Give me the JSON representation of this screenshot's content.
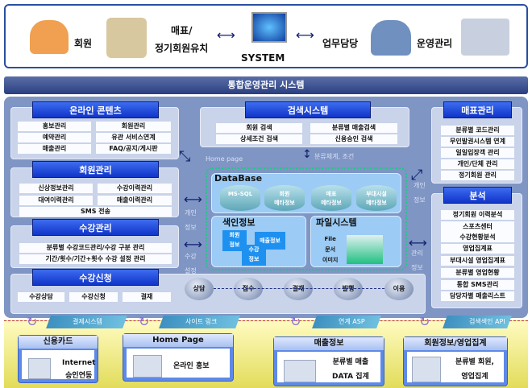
{
  "top": {
    "member": "회원",
    "ticket": "매표/",
    "regular": "정기회원유치",
    "system": "SYSTEM",
    "staff": "업무담당",
    "ops": "운영관리"
  },
  "title": "통합운영관리 시스템",
  "online": {
    "title": "온라인 콘텐츠",
    "items": [
      "홍보관리",
      "회원관리",
      "예약관리",
      "유관 서비스연계",
      "매출관리",
      "FAQ/공지/게시판"
    ]
  },
  "member_mgmt": {
    "title": "회원관리",
    "items": [
      "신상정보관리",
      "수강이력관리",
      "대여이력관리",
      "매출이력관리",
      "SMS 전송"
    ]
  },
  "course_mgmt": {
    "title": "수강관리",
    "items": [
      "분류별 수강코드관리/수강 구분 관리",
      "기간/횟수/기간+횟수 수강 설정 관리"
    ]
  },
  "course_apply": {
    "title": "수강신청",
    "items": [
      "수강상담",
      "수강신청",
      "결재"
    ],
    "steps": [
      "상담",
      "접수",
      "결재",
      "발행",
      "이용"
    ]
  },
  "search": {
    "title": "검색시스템",
    "items": [
      "회원 검색",
      "분류별 매출검색",
      "상세조건 검색",
      "신용승인 검색"
    ]
  },
  "labels": {
    "homepage": "Home page",
    "category": "분류체계, 조건",
    "personal1": "개인",
    "personal2": "정보",
    "course1": "수강",
    "course2": "설정",
    "mgmt1": "관리",
    "mgmt2": "정보"
  },
  "database": {
    "title": "DataBase",
    "cyls": [
      [
        "MS-SQL",
        ""
      ],
      [
        "회원",
        "메타정보"
      ],
      [
        "매표",
        "메타정보"
      ],
      [
        "부대시설",
        "메타정보"
      ]
    ]
  },
  "index": {
    "title": "색인정보",
    "docs": [
      [
        "회원",
        "정보"
      ],
      [
        "매출정보",
        ""
      ],
      [
        "수강",
        "정보"
      ]
    ]
  },
  "files": {
    "title": "파일시스템",
    "items": [
      "File",
      "문서",
      "이미지"
    ]
  },
  "ticket": {
    "title": "매표관리",
    "items": [
      "분류별 코드관리",
      "무인발권시스템 연계",
      "일일입장객 관리",
      "개인/단체 관리",
      "정기회원 관리"
    ]
  },
  "analysis": {
    "title": "분석",
    "items": [
      "정기회원 이력분석",
      "스포츠센터",
      "수강현황분석",
      "영업집계표",
      "부대시설 영업집계표",
      "분류별 영업현황",
      "통합 SMS관리",
      "담당자별 매출리스트"
    ]
  },
  "tabs": [
    "결제시스템",
    "사이트 링크",
    "연계 ASP",
    "검색색인 API"
  ],
  "cards": [
    {
      "title": "신용카드",
      "l1": "Internet",
      "l2": "승인연동"
    },
    {
      "title": "Home Page",
      "l1": "온라인 홍보",
      "l2": ""
    },
    {
      "title": "매출정보",
      "l1": "분류별 매출",
      "l2": "DATA 집계"
    },
    {
      "title": "회원정보/영업집계",
      "l1": "분류별 회원,",
      "l2": "영업집계"
    }
  ]
}
